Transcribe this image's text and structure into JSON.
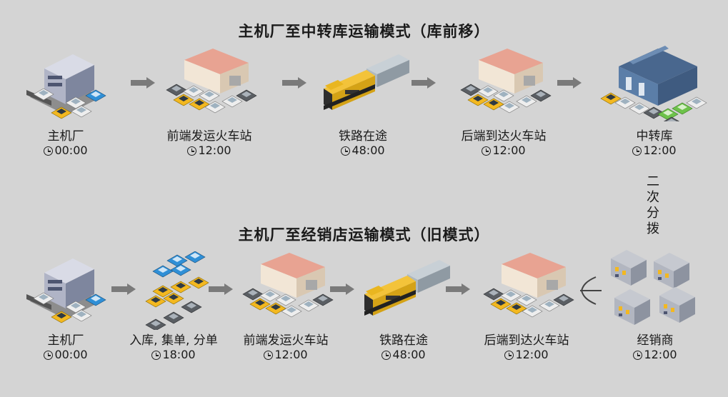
{
  "top": {
    "title": "主机厂至中转库运输模式（库前移）",
    "nodes": [
      {
        "label": "主机厂",
        "time": "00:00",
        "icon": "factory-icon"
      },
      {
        "label": "前端发运火车站",
        "time": "12:00",
        "icon": "rail-station-icon"
      },
      {
        "label": "铁路在途",
        "time": "48:00",
        "icon": "train-icon"
      },
      {
        "label": "后端到达火车站",
        "time": "12:00",
        "icon": "rail-station-icon"
      },
      {
        "label": "中转库",
        "time": "12:00",
        "icon": "warehouse-icon"
      }
    ]
  },
  "side_label": "二次分拨",
  "bottom": {
    "title": "主机厂至经销店运输模式（旧模式）",
    "nodes": [
      {
        "label": "主机厂",
        "time": "00:00",
        "icon": "factory-icon"
      },
      {
        "label": "入库, 集单, 分单",
        "time": "18:00",
        "icon": "cars-lot-icon"
      },
      {
        "label": "前端发运火车站",
        "time": "12:00",
        "icon": "rail-station-icon"
      },
      {
        "label": "铁路在途",
        "time": "48:00",
        "icon": "train-icon"
      },
      {
        "label": "后端到达火车站",
        "time": "12:00",
        "icon": "rail-station-icon"
      },
      {
        "label": "经销商",
        "time": "12:00",
        "icon": "dealers-icon"
      }
    ]
  },
  "colors": {
    "background": "#d4d4d4",
    "arrow": "#7a7a7a",
    "car_yellow": "#f3b820",
    "car_blue": "#2f8fd6"
  }
}
